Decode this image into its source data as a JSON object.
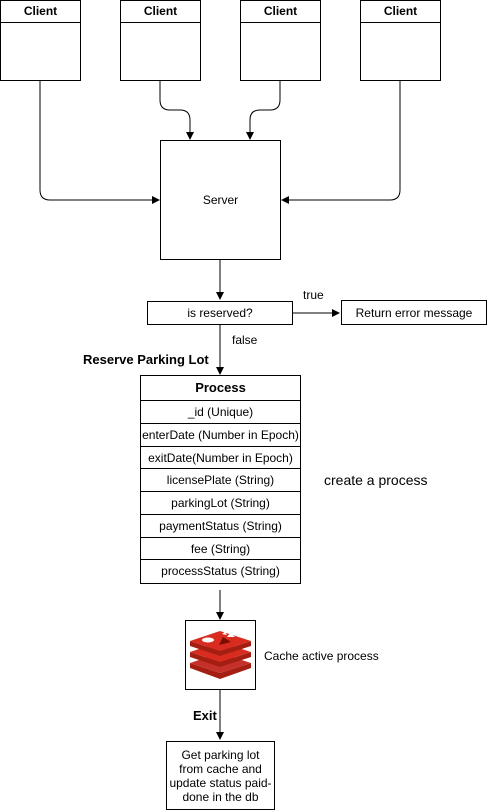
{
  "clients": [
    "Client",
    "Client",
    "Client",
    "Client"
  ],
  "server": "Server",
  "decision": "is reserved?",
  "true_label": "true",
  "false_label": "false",
  "error_box": "Return error message",
  "reserve_label": "Reserve Parking Lot",
  "process": {
    "title": "Process",
    "fields": [
      "_id (Unique)",
      "enterDate (Number in Epoch)",
      "exitDate(Number in Epoch)",
      "licensePlate (String)",
      "parkingLot (String)",
      "paymentStatus (String)",
      "fee (String)",
      "processStatus (String)"
    ]
  },
  "create_note": "create a process",
  "cache_note": "Cache active process",
  "exit_label": "Exit",
  "final_box": "Get parking lot from cache and update status paid-done in the db",
  "colors": {
    "redis_red": "#c6302b",
    "redis_dark": "#a41e11"
  },
  "icons": {
    "cache": "redis-logo-icon"
  }
}
